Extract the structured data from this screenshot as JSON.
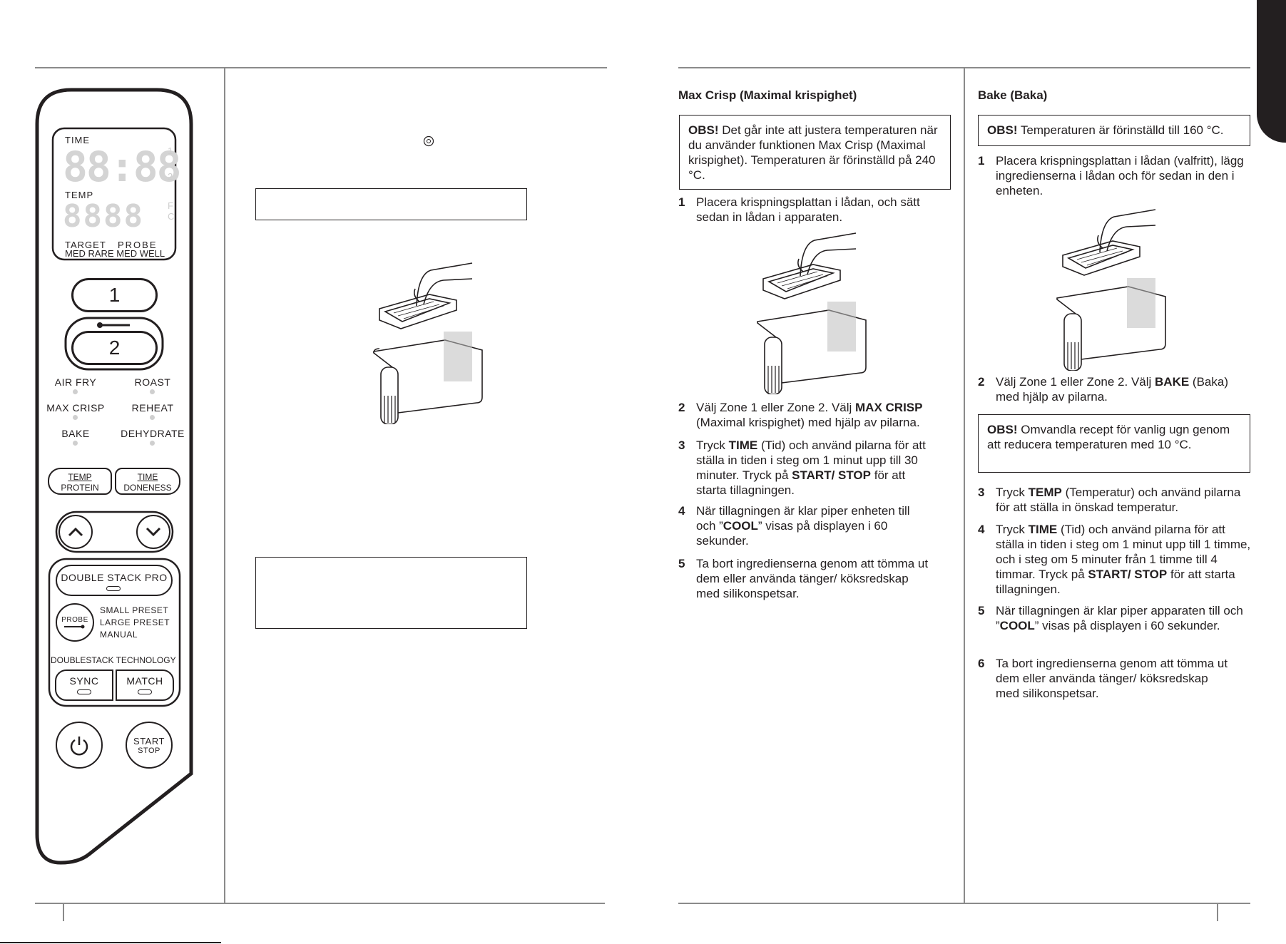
{
  "control_panel": {
    "display": {
      "time_label": "TIME",
      "temp_label": "TEMP",
      "zone_mark_1": "1",
      "zone_mark_2": "2",
      "unit_f": "F",
      "unit_c": "C",
      "target_label": "TARGET",
      "probe_label": "PROBE",
      "doneness_line": "MED RARE MED WELL"
    },
    "zone1_label": "1",
    "zone2_label": "2",
    "functions": [
      "AIR FRY",
      "ROAST",
      "MAX CRISP",
      "REHEAT",
      "BAKE",
      "DEHYDRATE"
    ],
    "temp_button": {
      "top": "TEMP",
      "bottom": "PROTEIN"
    },
    "time_button": {
      "top": "TIME",
      "bottom": "DONENESS"
    },
    "double_stack_pro": "DOUBLE STACK PRO",
    "probe_button": "PROBE",
    "presets": [
      "SMALL PRESET",
      "LARGE PRESET",
      "MANUAL"
    ],
    "technology_bold": "DOUBLESTACK",
    "technology_rest": " TECHNOLOGY",
    "sync_label": "SYNC",
    "match_label": "MATCH",
    "start_label": "START",
    "stop_label": "STOP"
  },
  "max_crisp": {
    "heading": "Max Crisp (Maximal krispighet)",
    "obs_label": "OBS!",
    "obs_text": " Det går inte att justera temperaturen när du använder funktionen Max Crisp (Maximal krispighet). Temperaturen är förinställd på 240 °C.",
    "steps": [
      {
        "n": "1",
        "parts": [
          {
            "t": "Placera krispningsplattan i lådan, och sätt sedan in lådan i apparaten."
          }
        ]
      },
      {
        "n": "2",
        "parts": [
          {
            "t": "Välj Zone 1 eller Zone 2. Välj "
          },
          {
            "b": "MAX CRISP"
          },
          {
            "t": " (Maximal krispighet) med hjälp av pilarna."
          }
        ]
      },
      {
        "n": "3",
        "parts": [
          {
            "t": "Tryck "
          },
          {
            "b": "TIME"
          },
          {
            "t": " (Tid) och använd pilarna för att ställa in tiden i steg om 1 minut upp till 30 minuter. Tryck på "
          },
          {
            "b": "START/ STOP"
          },
          {
            "t": " för att starta tillagningen."
          }
        ]
      },
      {
        "n": "4",
        "parts": [
          {
            "t": "När tillagningen är klar piper enheten till och ”"
          },
          {
            "b": "COOL"
          },
          {
            "t": "” visas på displayen i 60 sekunder."
          }
        ]
      },
      {
        "n": "5",
        "parts": [
          {
            "t": "Ta bort ingredienserna genom att tömma ut dem eller använda tänger/ köksredskap med silikonspetsar."
          }
        ]
      }
    ]
  },
  "bake": {
    "heading": "Bake (Baka)",
    "obs1_label": "OBS!",
    "obs1_text": " Temperaturen är förinställd till 160 °C.",
    "obs2_label": "OBS!",
    "obs2_text": " Omvandla recept för vanlig ugn genom att reducera temperaturen med 10 °C.",
    "steps": [
      {
        "n": "1",
        "parts": [
          {
            "t": "Placera krispningsplattan i lådan (valfritt), lägg ingredienserna i lådan och för sedan in den i enheten."
          }
        ]
      },
      {
        "n": "2",
        "parts": [
          {
            "t": "Välj Zone 1 eller Zone 2. Välj "
          },
          {
            "b": "BAKE"
          },
          {
            "t": " (Baka) med hjälp av pilarna."
          }
        ]
      },
      {
        "n": "3",
        "parts": [
          {
            "t": "Tryck "
          },
          {
            "b": "TEMP"
          },
          {
            "t": " (Temperatur) och använd pilarna för att ställa in önskad temperatur."
          }
        ]
      },
      {
        "n": "4",
        "parts": [
          {
            "t": "Tryck "
          },
          {
            "b": "TIME"
          },
          {
            "t": " (Tid) och använd pilarna för att ställa in tiden i steg om 1 minut upp till 1 timme, och i steg om 5 minuter från 1 timme till 4 timmar. Tryck på "
          },
          {
            "b": "START/ STOP"
          },
          {
            "t": " för att starta tillagningen."
          }
        ]
      },
      {
        "n": "5",
        "parts": [
          {
            "t": "När tillagningen är klar piper apparaten till och ”"
          },
          {
            "b": "COOL"
          },
          {
            "t": "” visas på displayen i 60 sekunder."
          }
        ]
      },
      {
        "n": "6",
        "parts": [
          {
            "t": "Ta bort ingredienserna genom att tömma ut dem eller använda tänger/ köksredskap med silikonspetsar."
          }
        ]
      }
    ]
  },
  "colors": {
    "ink": "#231f20",
    "rule": "#8a8a8a",
    "segment": "#d4d4d4"
  }
}
